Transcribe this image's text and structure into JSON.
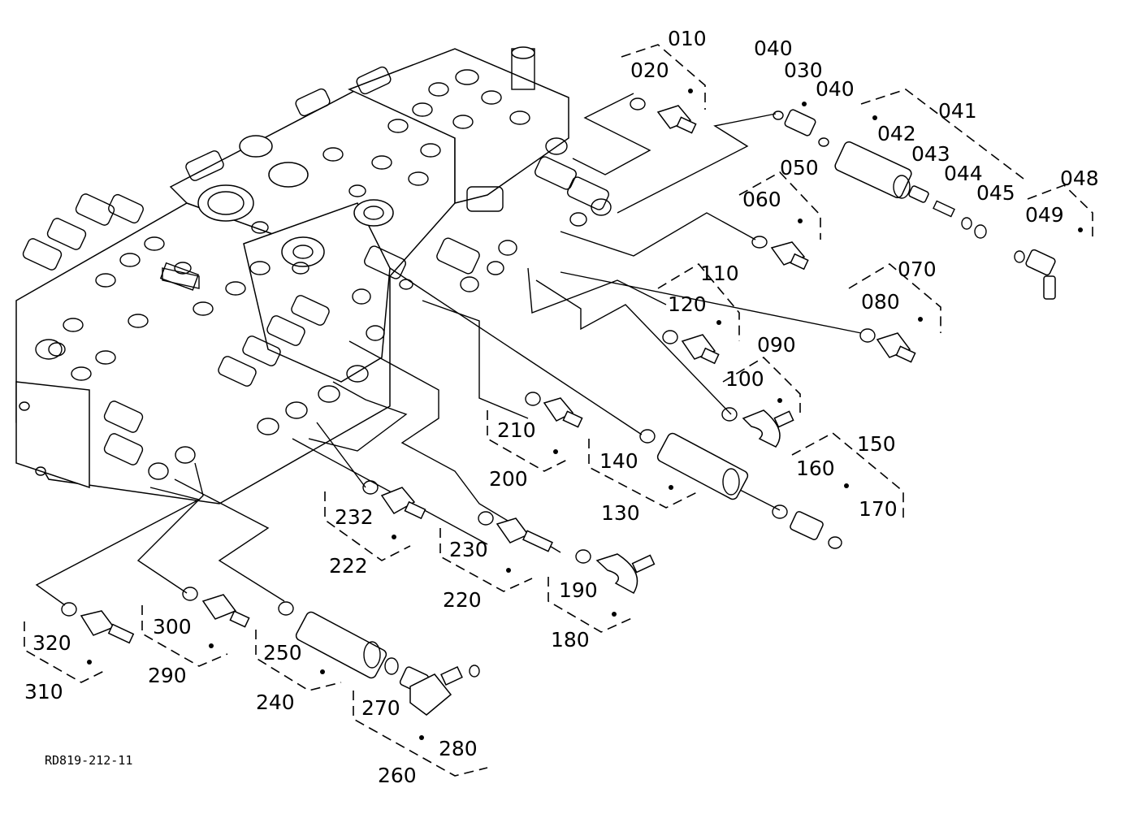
{
  "drawing_id": "RD819-212-11",
  "labels": {
    "p010": "010",
    "p020": "020",
    "p030": "030",
    "p040a": "040",
    "p040b": "040",
    "p041": "041",
    "p042": "042",
    "p043": "043",
    "p044": "044",
    "p045": "045",
    "p048": "048",
    "p049": "049",
    "p050": "050",
    "p060": "060",
    "p070": "070",
    "p080": "080",
    "p090": "090",
    "p100": "100",
    "p110": "110",
    "p120": "120",
    "p130": "130",
    "p140": "140",
    "p150": "150",
    "p160": "160",
    "p170": "170",
    "p180": "180",
    "p190": "190",
    "p200": "200",
    "p210": "210",
    "p220": "220",
    "p222": "222",
    "p230": "230",
    "p232": "232",
    "p240": "240",
    "p250": "250",
    "p260": "260",
    "p270": "270",
    "p280": "280",
    "p290": "290",
    "p300": "300",
    "p310": "310",
    "p320": "320"
  }
}
